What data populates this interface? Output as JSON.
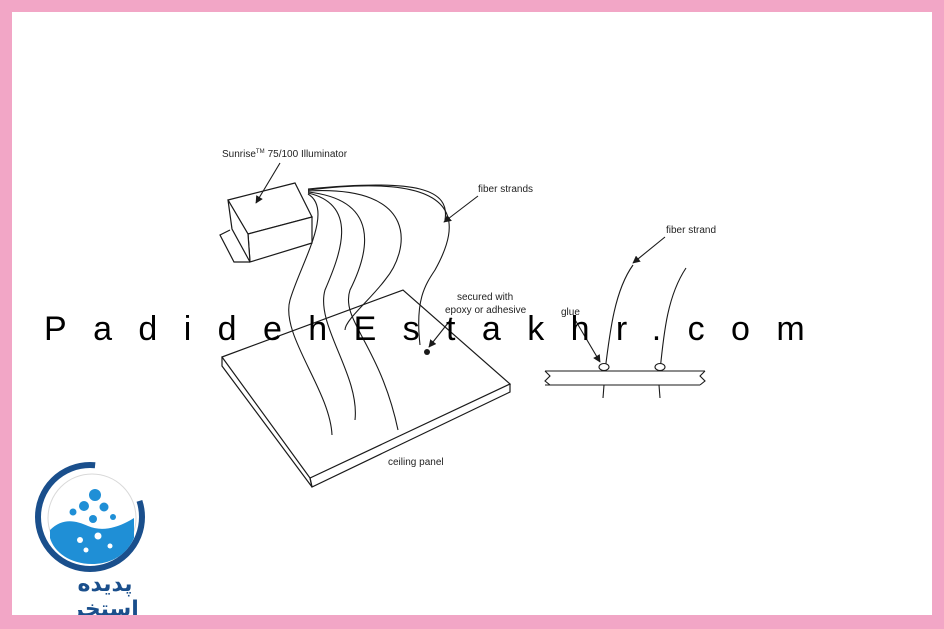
{
  "labels": {
    "illuminator_name": "Sunrise",
    "illuminator_tm": "TM",
    "illuminator_model": "75/100 Illuminator",
    "fiber_strands": "fiber strands",
    "fiber_strand": "fiber strand",
    "secured_line1": "secured with",
    "secured_line2": "epoxy or adhesive",
    "glue": "glue",
    "ceiling_panel": "ceiling panel"
  },
  "watermark": "PadidehEstakhr.com",
  "logo": {
    "text": "پدیده استخر"
  },
  "colors": {
    "border": "#f2a6c6",
    "line": "#1a1a1a",
    "logo_blue": "#1f8fd6",
    "logo_dark": "#1a4f8c"
  }
}
